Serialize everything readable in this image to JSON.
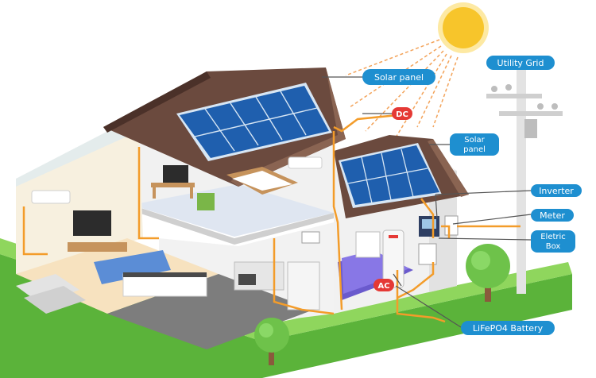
{
  "labels": {
    "solar_panel_1": "Solar panel",
    "dc": "DC",
    "solar_panel_2_line1": "Solar",
    "solar_panel_2_line2": "panel",
    "utility_grid": "Utility Grid",
    "inverter": "Inverter",
    "meter": "Meter",
    "electric_box_line1": "Eletric",
    "electric_box_line2": "Box",
    "ac": "AC",
    "battery": "LiFePO4 Battery"
  },
  "colors": {
    "pill_blue": "#1e8fd0",
    "badge_red": "#e53935",
    "wire_orange": "#f39c2a",
    "sun": "#f7c52b",
    "panel_blue": "#1f5fae",
    "roof": "#6b4a3e",
    "grass": "#7ccf4a"
  }
}
